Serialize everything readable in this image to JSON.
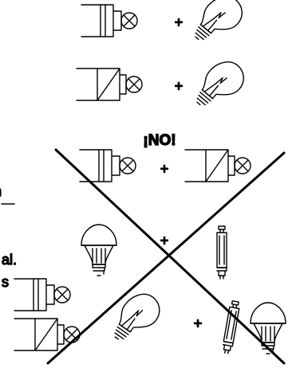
{
  "heading": "¡NO!",
  "plus_sign": "+",
  "left_edge_fragments": [
    "n",
    "al.",
    "s"
  ],
  "icons": [
    "lamp-holder-symbol",
    "incandescent-bulb",
    "fluorescent-tube",
    "led-bulb",
    "cross-out-mark"
  ]
}
